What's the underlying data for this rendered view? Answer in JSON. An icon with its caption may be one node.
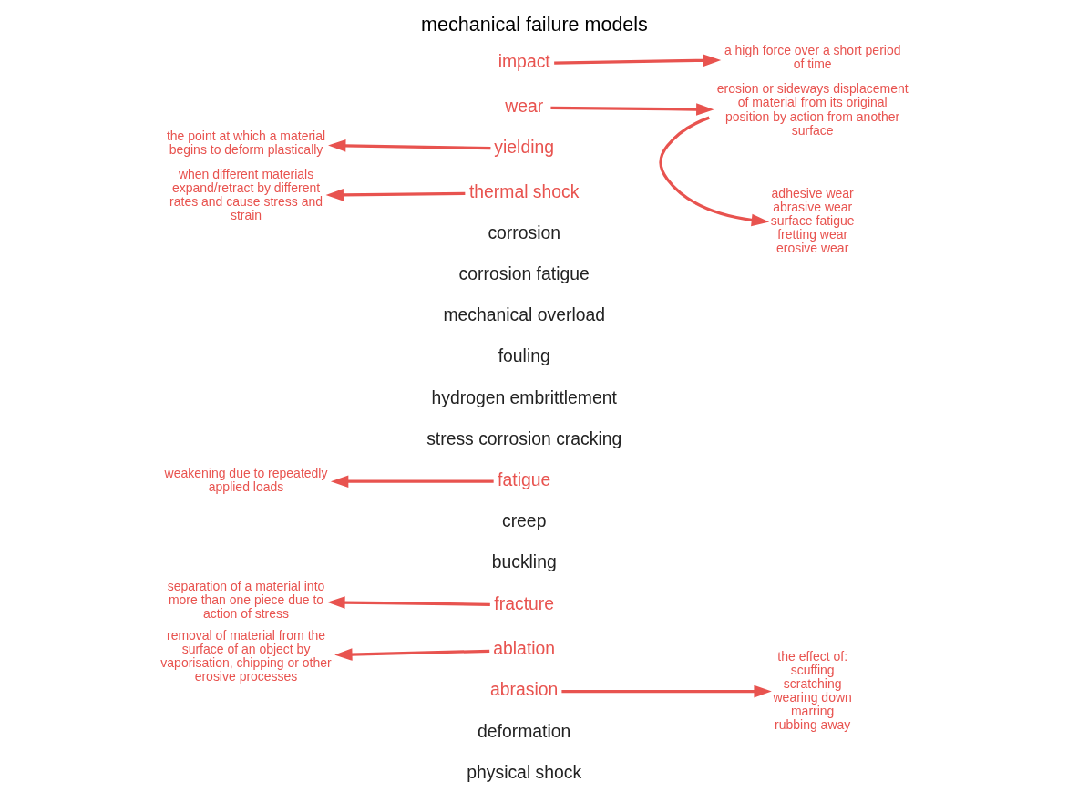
{
  "diagram": {
    "title": "mechanical failure models",
    "nodes": [
      {
        "text": [
          "the point at which a material begins to deform plastically"
        ]
      },
      {
        "text": [
          "impact"
        ]
      },
      {
        "text": [
          "a high force over a short period of time"
        ]
      },
      {
        "text": [
          "wear"
        ]
      },
      {
        "text": [
          "yielding"
        ]
      },
      {
        "text": [
          "erosion or sideways displacement of material from its original position by action from another surface"
        ]
      },
      {
        "text": [
          "thermal shock"
        ]
      },
      {
        "text": [
          "when different materials expand/retract by different rates and cause stress and strain"
        ]
      },
      {
        "text": [
          "corrosion"
        ]
      },
      {
        "text": [
          "corrosion fatigue"
        ]
      },
      {
        "text": [
          "mechanical overload"
        ]
      },
      {
        "text": [
          "fouling"
        ]
      },
      {
        "text": [
          "hydrogen embrittlement"
        ]
      },
      {
        "text": [
          "stress corrosion cracking"
        ]
      },
      {
        "text": [
          "adhesive wear",
          "abrasive wear",
          "surface fatigue",
          "fretting wear",
          "erosive wear"
        ]
      },
      {
        "text": [
          "weakening due to repeatedly applied loads"
        ]
      },
      {
        "text": [
          "fatigue"
        ]
      },
      {
        "text": [
          "creep"
        ]
      },
      {
        "text": [
          "buckling"
        ]
      },
      {
        "text": [
          "separation of a material into more than one piece due to action of stress"
        ]
      },
      {
        "text": [
          "fracture"
        ]
      },
      {
        "text": [
          "the effect of:",
          "scuffing",
          "scratching",
          "wearing down",
          "marring",
          "rubbing away"
        ]
      },
      {
        "text": [
          "ablation"
        ]
      },
      {
        "text": [
          "abrasion"
        ]
      },
      {
        "text": [
          "deformation"
        ]
      },
      {
        "text": [
          "physical shock"
        ]
      },
      {
        "text": [
          "removal of material from the surface of an object by vaporisation, chipping or other erosive processes"
        ]
      }
    ],
    "edges": [
      {
        "from": 1,
        "to": 2,
        "arrow": "to"
      },
      {
        "from": 3,
        "to": 5,
        "arrow": "to"
      },
      {
        "from": 4,
        "to": 0,
        "arrow": "to"
      },
      {
        "from": 6,
        "to": 7,
        "arrow": "to"
      },
      {
        "from": 5,
        "to": 14,
        "arrow": "to"
      },
      {
        "from": 16,
        "to": 15,
        "arrow": "to"
      },
      {
        "from": 20,
        "to": 19,
        "arrow": "to"
      },
      {
        "from": 22,
        "to": 26,
        "arrow": "to"
      },
      {
        "from": 23,
        "to": 21,
        "arrow": "to"
      }
    ]
  }
}
